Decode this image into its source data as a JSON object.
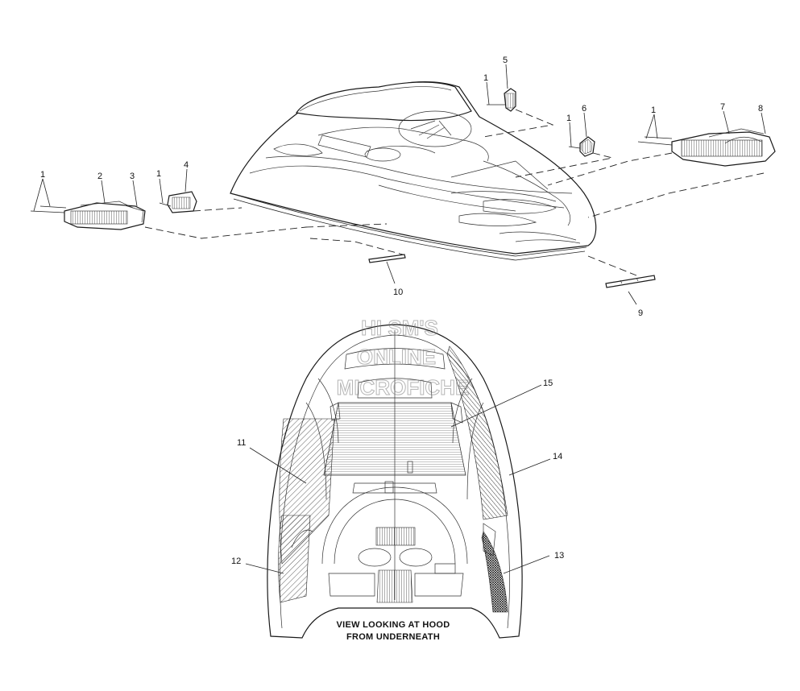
{
  "callouts": {
    "c1": "1",
    "c2": "2",
    "c3": "3",
    "c4": "4",
    "c5": "5",
    "c6": "6",
    "c7": "7",
    "c8": "8",
    "c9": "9",
    "c10": "10",
    "c11": "11",
    "c12": "12",
    "c13": "13",
    "c14": "14",
    "c15": "15"
  },
  "caption": {
    "line1": "VIEW LOOKING AT HOOD",
    "line2": "FROM UNDERNEATH"
  },
  "watermark": {
    "line1": "HI SM'S",
    "line2": "ONLINE",
    "line3": "MICROFICHE"
  }
}
